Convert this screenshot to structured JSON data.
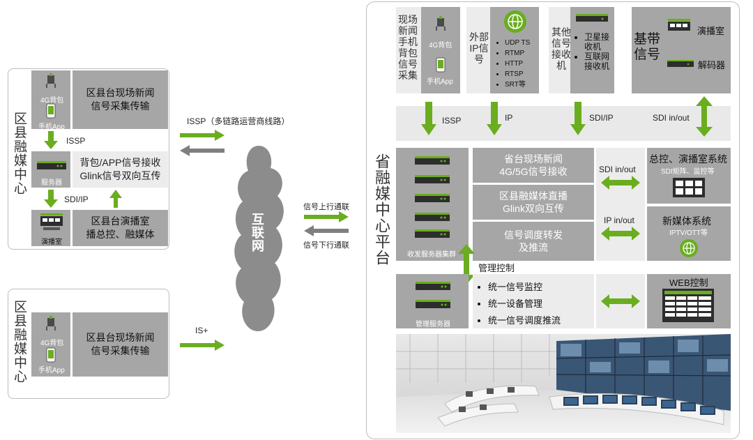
{
  "left_top": {
    "side_title": "区县融媒中心",
    "device_4g": "4G背包",
    "device_phone": "手机App",
    "box1_line1": "区县台现场新闻",
    "box1_line2": "信号采集传输",
    "issp": "ISSP",
    "server_label": "服务器",
    "box2_line1": "背包/APP信号接收",
    "box2_line2": "Glink信号双向互传",
    "sdi_ip": "SDI/IP",
    "studio_label": "演播室",
    "box3_line1": "区县台演播室",
    "box3_line2": "播总控、融媒体"
  },
  "left_bottom": {
    "side_title": "区县融媒中心",
    "device_4g": "4G背包",
    "device_phone": "手机App",
    "box_line1": "区县台现场新闻",
    "box_line2": "信号采集传输"
  },
  "middle": {
    "issp_label": "ISSP（多链路运营商线路）",
    "is_plus": "IS+",
    "cloud_label": "互联网",
    "uplink": "信号上行通联",
    "downlink": "信号下行通联"
  },
  "platform": {
    "side_title": "省融媒中心平台",
    "source1_text": "现场新闻手机背包信号采集",
    "source1_4g": "4G背包",
    "source1_phone": "手机App",
    "source2_text": "外部IP信号",
    "source2_items": [
      "UDP TS",
      "RTMP",
      "HTTP",
      "RTSP",
      "SRT等"
    ],
    "source3_text": "其他信号接收机",
    "source3_items": [
      "卫星接收机",
      "互联网接收机"
    ],
    "source4_text": "基带信号",
    "source4_studio": "演播室",
    "source4_decoder": "解码器",
    "arrow_issp": "ISSP",
    "arrow_ip": "IP",
    "arrow_sdi_ip": "SDI/IP",
    "arrow_sdi_inout": "SDI in/out",
    "cluster_label": "收发服务器集群",
    "func1_line1": "省台现场新闻",
    "func1_line2": "4G/5G信号接收",
    "func2_line1": "区县融媒体直播",
    "func2_line2": "Glink双向互传",
    "func3_line1": "信号调度转发",
    "func3_line2": "及推流",
    "sdi_inout_mid": "SDI in/out",
    "ip_inout_mid": "IP in/out",
    "sys1_title": "总控、演播室系统",
    "sys1_sub": "SDI矩阵、监控等",
    "sys2_title": "新媒体系统",
    "sys2_sub": "IPTV/OTT等",
    "mgmt_control": "管理控制",
    "mgmt_items": [
      "统一信号监控",
      "统一设备管理",
      "统一信号调度推流"
    ],
    "mgmt_server": "管理服务器",
    "web_control": "WEB控制"
  },
  "colors": {
    "green": "#6aad1f",
    "gray_box": "#a6a6a6",
    "light_box": "#ececec",
    "arrow_gray": "#7f7f7f"
  }
}
